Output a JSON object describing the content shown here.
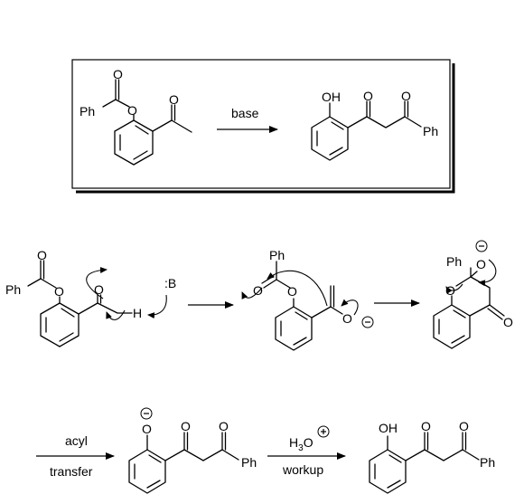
{
  "summary": {
    "reagent": "base"
  },
  "labels": {
    "ph": "Ph",
    "o": "O",
    "oh": "OH",
    "h": "H",
    "base_sym": ":B",
    "minus": "−",
    "plus": "+"
  },
  "step3": {
    "reagent_top": "acyl",
    "reagent_bottom": "transfer",
    "workup_top": "H",
    "workup_sub": "3",
    "workup_o": "O",
    "workup_bottom": "workup"
  }
}
